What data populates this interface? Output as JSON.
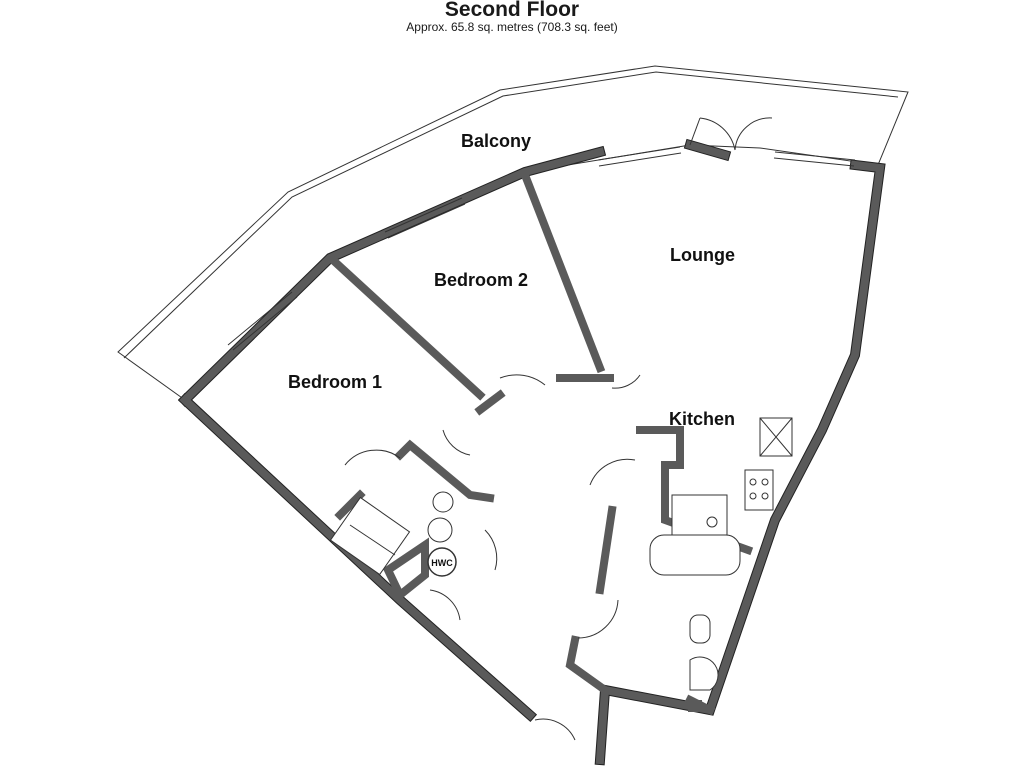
{
  "header": {
    "title": "Second Floor",
    "subtitle": "Approx. 65.8 sq. metres (708.3 sq. feet)"
  },
  "rooms": {
    "balcony": "Balcony",
    "lounge": "Lounge",
    "bedroom2": "Bedroom 2",
    "bedroom1": "Bedroom 1",
    "kitchen": "Kitchen",
    "hwc": "HWC"
  }
}
